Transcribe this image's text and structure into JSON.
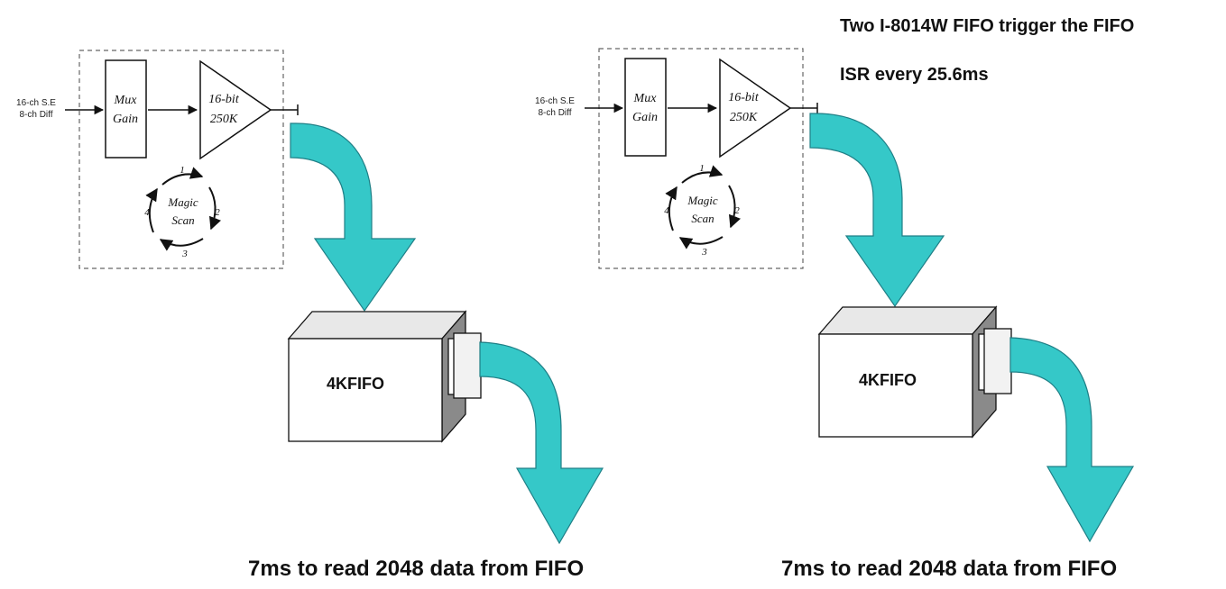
{
  "note": {
    "line1": "Two I-8014W FIFO trigger the FIFO",
    "line2": "ISR every 25.6ms"
  },
  "colors": {
    "arrow_fill": "#35c8c8",
    "arrow_stroke": "#1f7f86",
    "box_face": "#ffffff",
    "box_top": "#e8e8e8",
    "box_side": "#8a8a8a"
  },
  "panels": [
    {
      "input_line1": "16-ch S.E",
      "input_line2": "8-ch Diff",
      "mux_line1": "Mux",
      "mux_line2": "Gain",
      "adc_line1": "16-bit",
      "adc_line2": "250K",
      "scan_line1": "Magic",
      "scan_line2": "Scan",
      "scan_step_1": "1",
      "scan_step_2": "2",
      "scan_step_3": "3",
      "scan_step_4": "4",
      "fifo_label": "4KFIFO",
      "caption": "7ms to read 2048 data from FIFO"
    },
    {
      "input_line1": "16-ch S.E",
      "input_line2": "8-ch Diff",
      "mux_line1": "Mux",
      "mux_line2": "Gain",
      "adc_line1": "16-bit",
      "adc_line2": "250K",
      "scan_line1": "Magic",
      "scan_line2": "Scan",
      "scan_step_1": "1",
      "scan_step_2": "2",
      "scan_step_3": "3",
      "scan_step_4": "4",
      "fifo_label": "4KFIFO",
      "caption": "7ms to read 2048 data from FIFO"
    }
  ]
}
